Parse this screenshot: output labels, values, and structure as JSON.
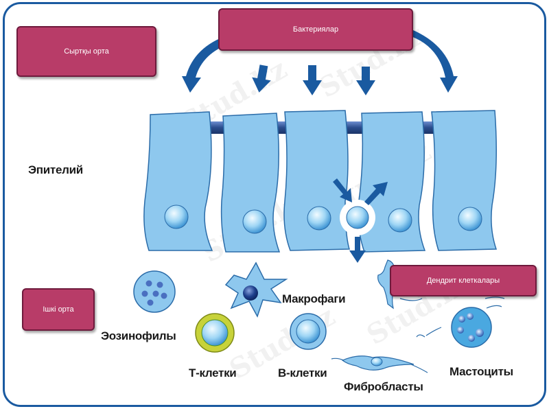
{
  "boxes": {
    "outer_env": "Сыртқы орта",
    "bacteria": "Бактериялар",
    "inner_env": "Ішкі орта",
    "dendritic": "Дендрит клеткалары"
  },
  "labels": {
    "epithelium": "Эпителий",
    "macrophages": "Макрофаги",
    "eosinophils": "Эозинофилы",
    "t_cells": "Т-клетки",
    "b_cells": "В-клетки",
    "fibroblasts": "Фибробласты",
    "mast_cells": "Мастоциты"
  },
  "watermark": "Stud.kz",
  "colors": {
    "box_fill": "#b83c68",
    "epithelium_fill": "#8ec8ee",
    "junction": "#2b4c8c",
    "arrow": "#1a5aa0",
    "t_cell_ring": "#c7d23a"
  }
}
